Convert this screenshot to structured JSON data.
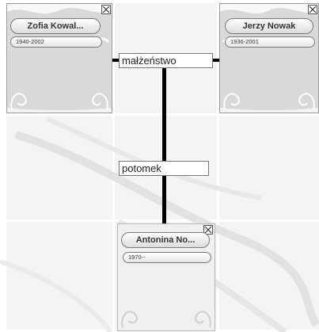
{
  "persons": [
    {
      "name": "Zofia Kowal...",
      "dates": "1940-2002"
    },
    {
      "name": "Jerzy Nowak",
      "dates": "1936-2001"
    },
    {
      "name": "Antonina No...",
      "dates": "1970--"
    }
  ],
  "relations": {
    "marriage_label": "małżeństwo",
    "descendant_label": "potomek"
  },
  "colors": {
    "card_dark": "#d9d9d9",
    "card_light": "#f0f0f0",
    "connector": "#000000"
  },
  "icons": {
    "close": "close-icon",
    "ornament": "floral-ornament"
  }
}
